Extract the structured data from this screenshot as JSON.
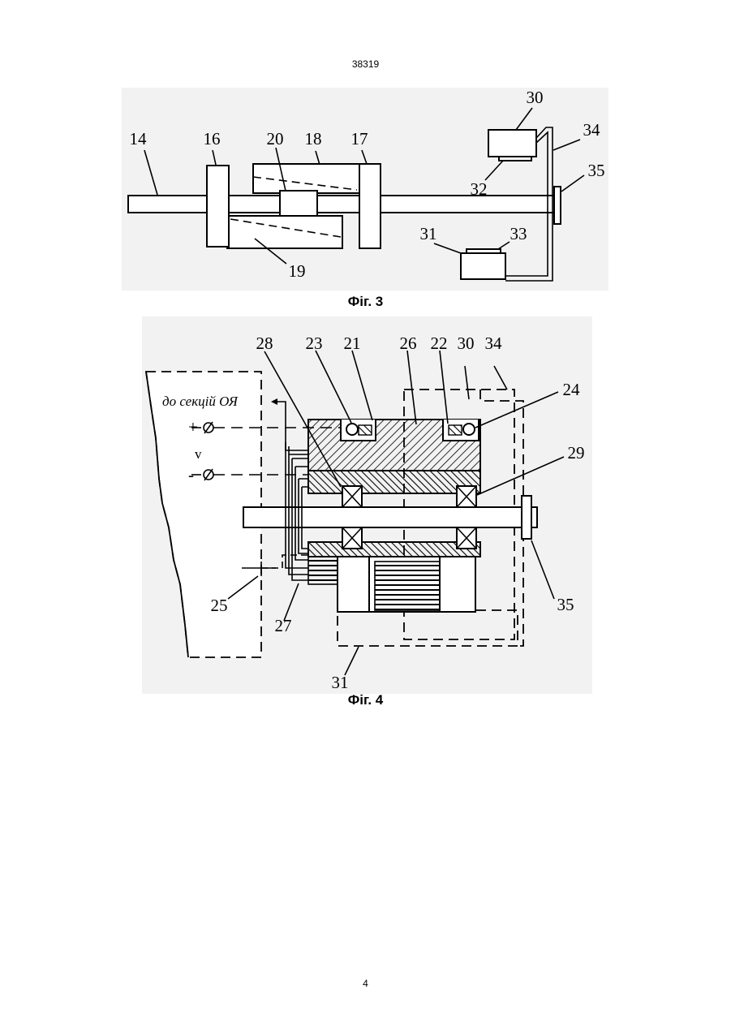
{
  "header": {
    "patent_number": "38319"
  },
  "footer": {
    "page_number": "4"
  },
  "fig3": {
    "caption": "Фіг. 3",
    "labels": [
      "14",
      "16",
      "20",
      "18",
      "17",
      "30",
      "34",
      "35",
      "32",
      "31",
      "33",
      "19"
    ]
  },
  "fig4": {
    "caption": "Фіг. 4",
    "annotation": "до секцій ОЯ",
    "plus": "+",
    "minus": "-",
    "voltage": "v",
    "labels": [
      "28",
      "23",
      "21",
      "26",
      "22",
      "30",
      "34",
      "24",
      "29",
      "25",
      "27",
      "35",
      "31"
    ]
  }
}
